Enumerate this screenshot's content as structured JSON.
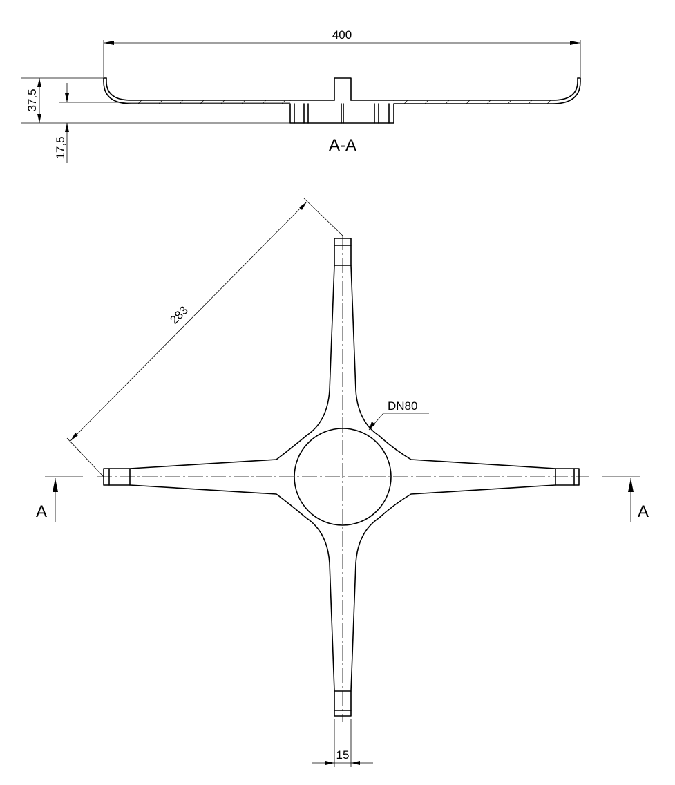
{
  "dimensions": {
    "overall_width": "400",
    "total_height": "37,5",
    "hub_depth": "17,5",
    "arm_length": "283",
    "pipe_size": "DN80",
    "arm_width": "15"
  },
  "section_view": {
    "label": "A-A"
  },
  "cut_markers": {
    "left": "A",
    "right": "A"
  }
}
